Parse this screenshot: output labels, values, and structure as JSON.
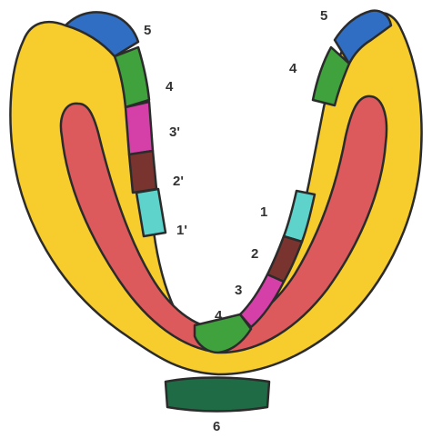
{
  "colors": {
    "background": "#ffffff",
    "outline": "#2b2b2b",
    "outer_band": "#f7cd2d",
    "inner_band": "#dc5a5c",
    "segment_5": "#2f6ec2",
    "segment_4": "#3fa23c",
    "segment_3": "#d43fa8",
    "segment_2": "#7a3430",
    "segment_1": "#5ed3cc",
    "segment_6": "#1f6b45"
  },
  "labels": {
    "left_5": "5",
    "left_4": "4",
    "left_3p": "3'",
    "left_2p": "2'",
    "left_1p": "1'",
    "right_5": "5",
    "right_4": "4",
    "right_1": "1",
    "right_2": "2",
    "right_3": "3",
    "bottom_4": "4",
    "bottom_6": "6"
  }
}
